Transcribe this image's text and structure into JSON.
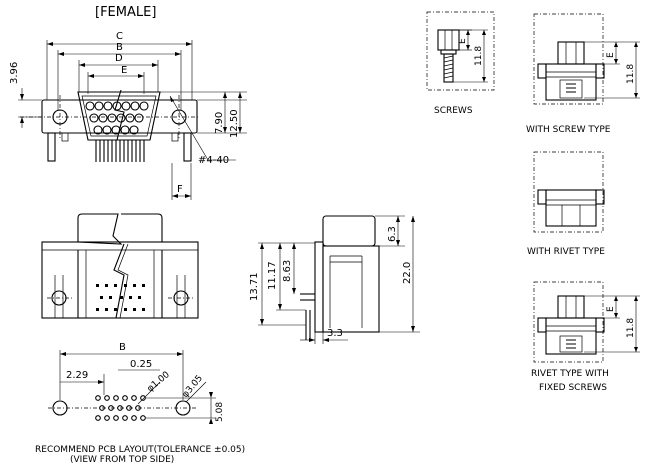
{
  "title": "[FEMALE]",
  "front_view": {
    "dims": {
      "c": "C",
      "b": "B",
      "d": "D",
      "e": "E",
      "f": "F",
      "h396": "3.96",
      "h790": "7.90",
      "h1250": "12.50"
    },
    "thread_note": "#4-40"
  },
  "side_view": {
    "dims": {
      "h1371": "13.71",
      "h1117": "11.17",
      "h863": "8.63",
      "h63": "6.3",
      "h220": "22.0",
      "w33": "3.3"
    }
  },
  "pcb_layout": {
    "dims": {
      "b": "B",
      "p025": "0.25",
      "p229": "2.29",
      "d100": "φ1.00",
      "d305": "φ3.05",
      "h508": "5.08"
    },
    "caption_line1": "RECOMMEND PCB LAYOUT(TOLERANCE ±0.05)",
    "caption_line2": "(VIEW FROM TOP SIDE)"
  },
  "screws": {
    "label": "SCREWS",
    "dim_e": "E",
    "dim_h": "11.8"
  },
  "with_screw_type": {
    "label": "WITH SCREW TYPE",
    "dim_e": "E",
    "dim_h": "11.8"
  },
  "with_rivet_type": {
    "label": "WITH RIVET TYPE"
  },
  "rivet_fixed": {
    "label_line1": "RIVET TYPE WITH",
    "label_line2": "FIXED SCREWS",
    "dim_e": "E",
    "dim_h": "11.8"
  }
}
